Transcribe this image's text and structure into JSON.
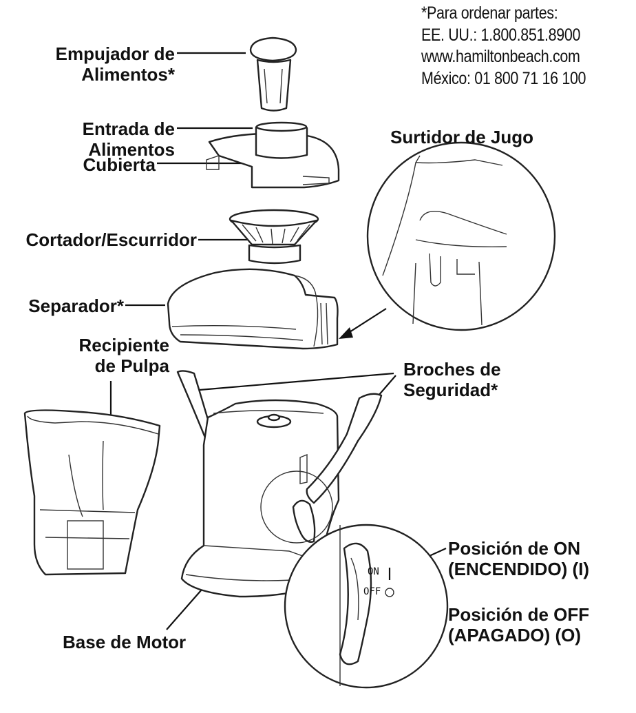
{
  "labels": {
    "food_pusher": [
      "Empujador de",
      "Alimentos*"
    ],
    "food_chute": [
      "Entrada de",
      "Alimentos"
    ],
    "cover": "Cubierta",
    "cutter_strainer": "Cortador/Escurridor",
    "separator": "Separador*",
    "pulp_bin": [
      "Recipiente",
      "de Pulpa"
    ],
    "juice_spout": "Surtidor de Jugo",
    "safety_clips": [
      "Broches de",
      "Seguridad*"
    ],
    "motor_base": "Base de Motor",
    "on_position": [
      "Posición de ON",
      "(ENCENDIDO) (I)"
    ],
    "off_position": [
      "Posición de OFF",
      "(APAGADO) (O)"
    ]
  },
  "parts_info": {
    "line1": "*Para ordenar partes:",
    "line2": "EE. UU.: 1.800.851.8900",
    "line3": "www.hamiltonbeach.com",
    "line4": "México: 01 800 71 16 100"
  },
  "switch": {
    "on": "ON",
    "off": "OFF"
  },
  "icons": [
    "food-pusher-drawing",
    "cover-drawing",
    "strainer-drawing",
    "separator-drawing",
    "pulp-bin-drawing",
    "motor-base-drawing",
    "spout-detail-drawing",
    "switch-detail-drawing"
  ]
}
